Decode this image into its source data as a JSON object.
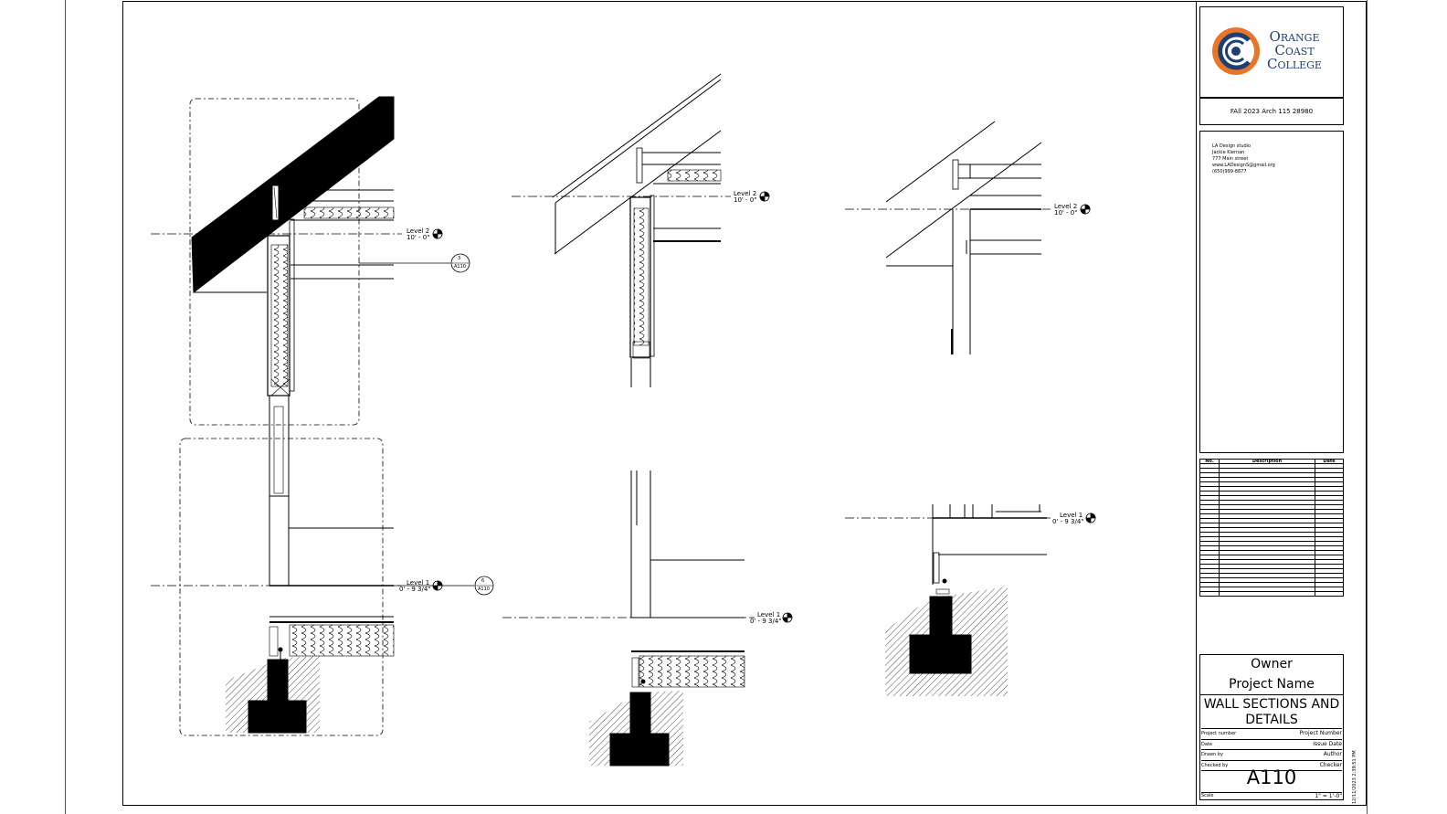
{
  "college": {
    "line1": "Orange",
    "line2": "Coast",
    "line3": "College"
  },
  "course": "FAll 2023 Arch 115 28980",
  "firm": {
    "name": "LA Design studio",
    "person": "Jackie Kiernan",
    "address": "777 Main street",
    "web": "www.LADesignS@gmail.org",
    "phone": "(650)999-8877"
  },
  "revision_table": {
    "headers": [
      "No.",
      "Description",
      "Date"
    ]
  },
  "owner": "Owner",
  "project_name": "Project Name",
  "sheet_title": "WALL SECTIONS AND DETAILS",
  "fields": [
    {
      "label": "Project number",
      "value": "Project Number"
    },
    {
      "label": "Date",
      "value": "Issue Date"
    },
    {
      "label": "Drawn by",
      "value": "Author"
    },
    {
      "label": "Checked by",
      "value": "Checker"
    }
  ],
  "sheet_number": "A110",
  "scale": {
    "label": "Scale",
    "value": "1\" = 1'-0\""
  },
  "timestamp": "12/11/2023 2:39:51 PM",
  "levels": {
    "level2": {
      "name": "Level 2",
      "elev": "10' - 0\""
    },
    "level1": {
      "name": "Level 1",
      "elev": "0' - 9 3/4\""
    }
  },
  "callouts": [
    {
      "num": "3",
      "sheet": "A110"
    },
    {
      "num": "6",
      "sheet": "A110"
    }
  ]
}
